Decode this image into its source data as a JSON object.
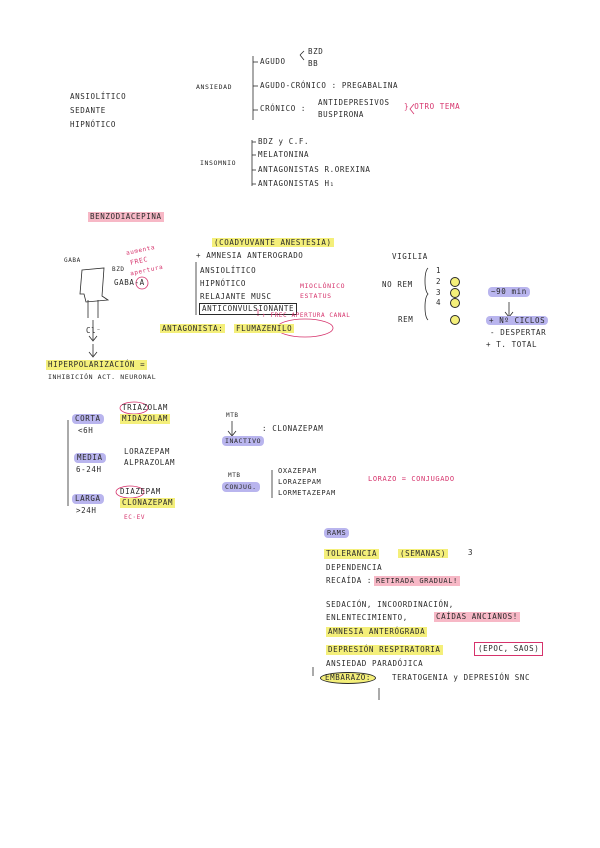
{
  "top": {
    "left_list": [
      "ANSIOLÍTICO",
      "SEDANTE",
      "HIPNÓTICO"
    ],
    "ansiedad_label": "ANSIEDAD",
    "agudo": "AGUDO",
    "bzd": "BZD",
    "bb": "BB",
    "agudo_cronico": "AGUDO-CRÓNICO : PREGABALINA",
    "cronico": "CRÓNICO :",
    "antidepresivos": "ANTIDEPRESIVOS",
    "buspirona": "BUSPIRONA",
    "otro_tema": "} OTRO TEMA",
    "insomnio_label": "INSOMNIO",
    "insomnio_items": [
      "BDZ y C.F.",
      "MELATONINA",
      "ANTAGONISTAS R.OREXINA",
      "ANTAGONISTAS H₁"
    ]
  },
  "bzd_section": {
    "title": "BENZODIACEPINA",
    "gaba_label": "GABA",
    "bzd_small": "BZD",
    "gaba_a": "GABA-A",
    "aumenta": "aumenta",
    "frec": "FREC",
    "apertura": "apertura",
    "cl": "Cl⁻",
    "hiperpol_1": "HIPERPOLARIZACIÓN =",
    "hiperpol_2": "INHIBICIÓN ACT. NEURONAL",
    "coadyuvante": "(COADYUVANTE ANESTESIA)",
    "amnesia": "+ AMNESIA ANTEROGRADO",
    "effects": [
      "ANSIOLÍTICO",
      "HIPNÓTICO",
      "RELAJANTE MUSC",
      "ANTICONVULSIONANTE"
    ],
    "mioclonico_1": "MIOCLÓNICO",
    "mioclonico_2": "ESTATUS",
    "frec_canal": "↑ FREC APERTURA CANAL",
    "antagonista": "ANTAGONISTA:",
    "flumazenilo": "FLUMAZENILO",
    "vigilia": "VIGILIA",
    "no_rem": "NO REM",
    "rem": "REM",
    "stages": [
      "1",
      "2",
      "3",
      "4"
    ],
    "ciclo_90": "~90 min",
    "n_ciclos": "+ Nº CICLOS",
    "despertar": "- DESPERTAR",
    "t_total": "+ T. TOTAL"
  },
  "duration": {
    "corta": "CORTA",
    "corta_h": "<6H",
    "corta_drugs": [
      "TRIAZOLAM",
      "MIDAZOLAM"
    ],
    "media": "MEDIA",
    "media_h": "6-24H",
    "media_drugs": [
      "LORAZEPAM",
      "ALPRAZOLAM"
    ],
    "larga": "LARGA",
    "larga_h": ">24H",
    "larga_drugs": [
      "DIAZEPAM",
      "CLONAZEPAM"
    ],
    "ev": "EC·EV",
    "mtb1": "MTB",
    "inactivo": "INACTIVO",
    "clonazepam": ": CLONAZEPAM",
    "mtb2": "MTB",
    "conjug": "CONJUG.",
    "conj_drugs": [
      "OXAZEPAM",
      "LORAZEPAM",
      "LORMETAZEPAM"
    ],
    "largo_conjugado": "LORAZO = CONJUGADO"
  },
  "ram": {
    "title": "RAMS",
    "tolerancia": "TOLERANCIA",
    "semanas": "(SEMANAS)",
    "three": "3",
    "dependencia": "DEPENDENCIA",
    "recaida": "RECAÍDA :",
    "retirada": "RETIRADA GRADUAL!",
    "sedacion": "SEDACIÓN, INCOORDINACIÓN,",
    "enlent": "ENLENTECIMIENTO,",
    "caidas": "CAÍDAS ANCIANOS!",
    "amnesia_ant": "AMNESIA ANTERÓGRADA",
    "depresion": "DEPRESIÓN RESPIRATORIA",
    "epoc": "(EPOC, SAOS)",
    "ansiedad_par": "ANSIEDAD PARADÓJICA",
    "embarazo": "EMBARAZO:",
    "teratogenia": "TERATOGENIA y DEPRESIÓN SNC"
  }
}
